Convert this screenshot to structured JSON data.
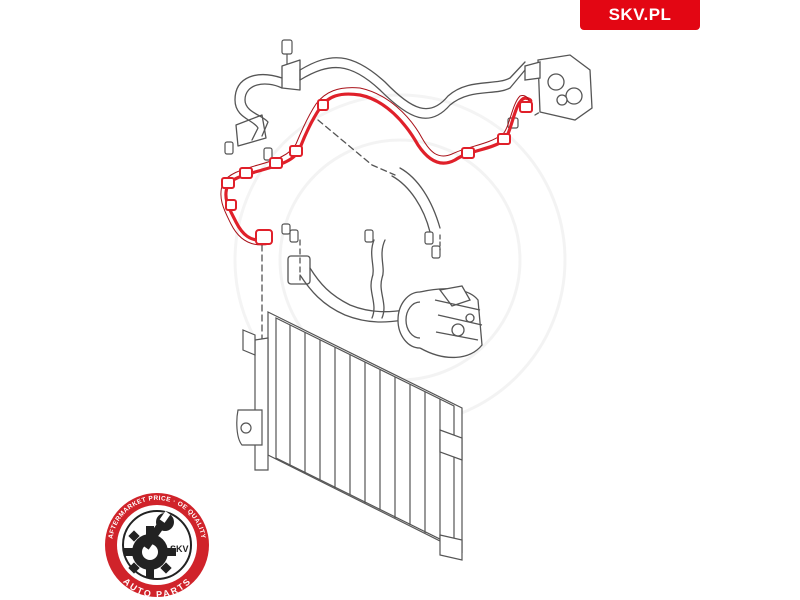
{
  "brand": {
    "site_label": "SKV.PL",
    "accent_color": "#e30613"
  },
  "diagram": {
    "highlighted_part_color": "#e0202a",
    "line_color": "#555555"
  },
  "badge": {
    "ring_top_text": "AFTERMARKET PRICE · OE QUALITY",
    "ring_bottom_text": "AUTO PARTS",
    "center_text": "SKV",
    "ring_color": "#d0232a"
  }
}
